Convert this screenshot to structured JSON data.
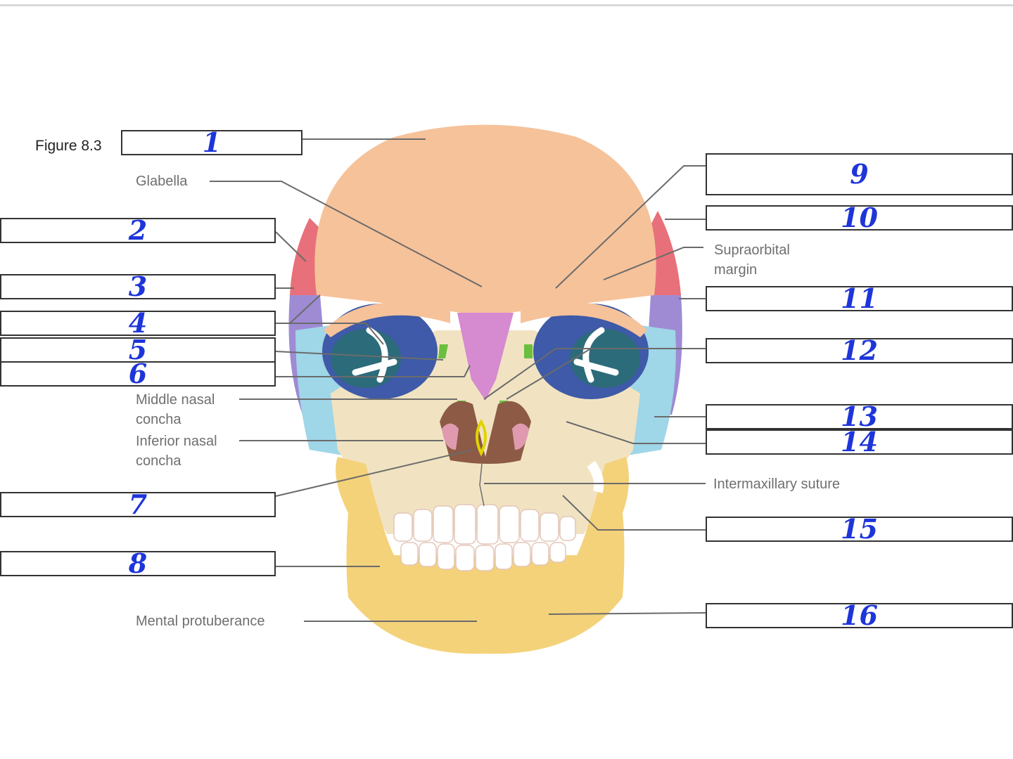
{
  "figure_title": "Figure 8.3",
  "labels": {
    "glabella": "Glabella",
    "supraorbital": "Supraorbital\nmargin",
    "middle_concha": "Middle nasal\nconcha",
    "inferior_concha": "Inferior nasal\nconcha",
    "intermaxillary": "Intermaxillary suture",
    "mental": "Mental protuberance"
  },
  "boxes": [
    "1",
    "2",
    "3",
    "4",
    "5",
    "6",
    "7",
    "8",
    "9",
    "10",
    "11",
    "12",
    "13",
    "14",
    "15",
    "16"
  ],
  "colors": {
    "frontal": "#f6c29a",
    "parietal": "#e8707a",
    "temporal": "#9e8bd4",
    "zygomatic": "#9fd6e8",
    "maxilla": "#f1e3c2",
    "mandible": "#f4d27a",
    "nasal": "#d68ad0",
    "orbit": "#3e5aa8",
    "handwriting": "#1d35d9"
  }
}
